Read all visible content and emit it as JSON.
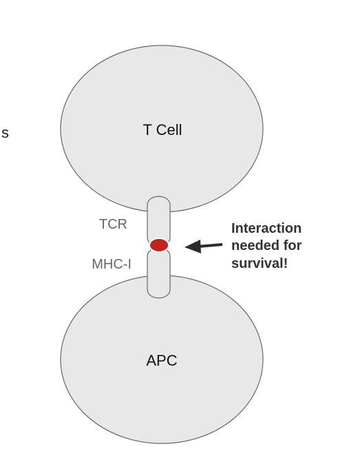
{
  "edge_text": "s",
  "t_cell": {
    "label": "T Cell"
  },
  "apc": {
    "label": "APC"
  },
  "receptors": {
    "tcr_label": "TCR",
    "mhc_label": "MHC-I"
  },
  "callout": {
    "line1": "Interaction",
    "line2": "needed for",
    "line3": "survival!"
  },
  "colors": {
    "cell_fill": "#e8e8e8",
    "cell_stroke": "#666666",
    "interaction_dot": "#c0241c",
    "arrow": "#2b2b2b"
  }
}
